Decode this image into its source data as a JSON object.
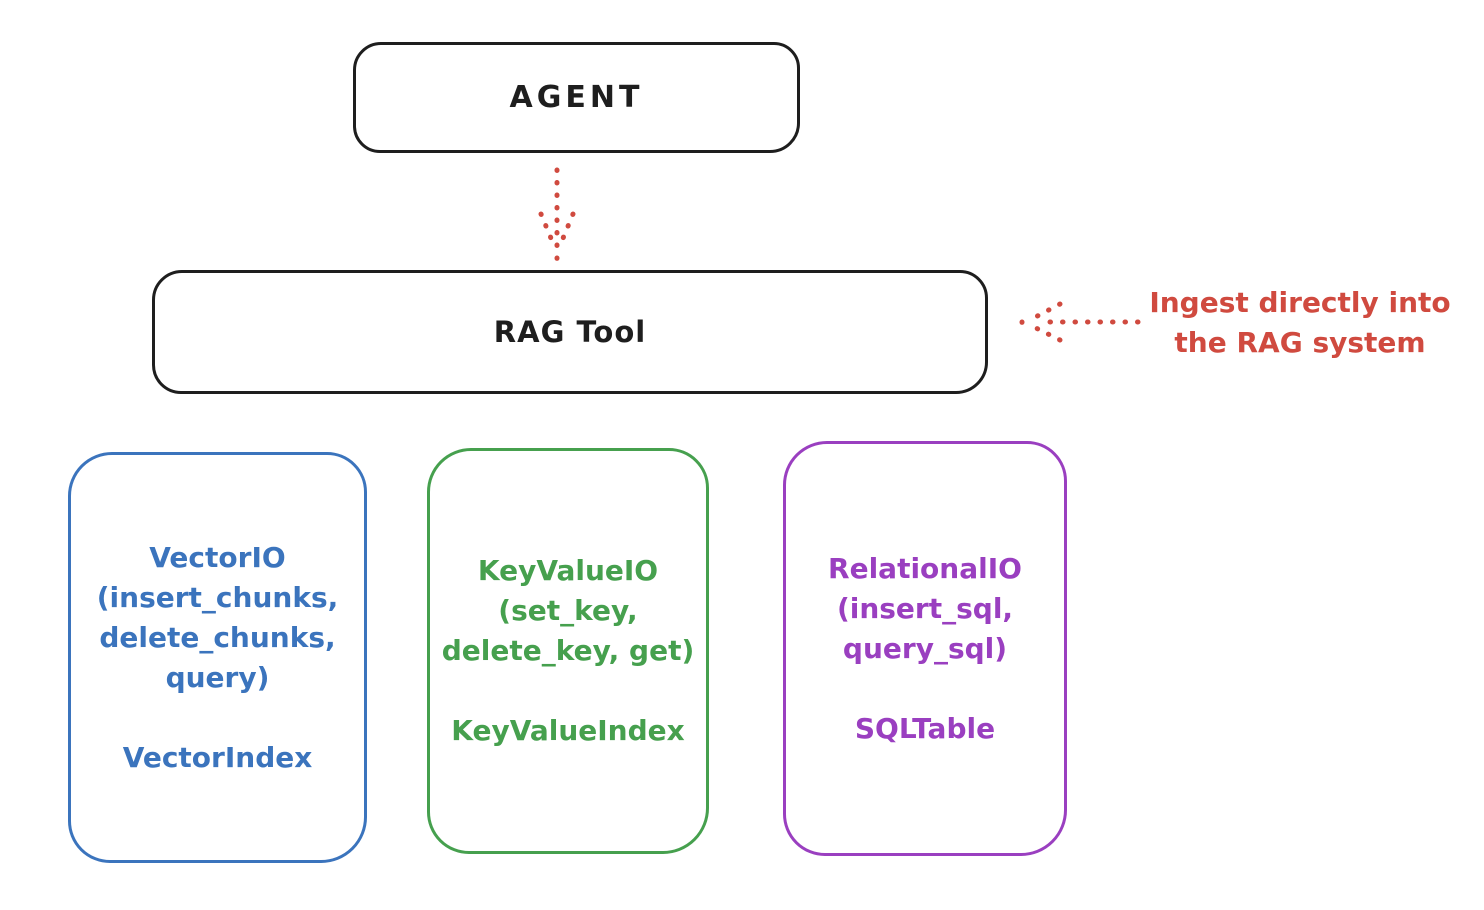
{
  "diagram": {
    "title_context": "RAG Tool architecture sketch",
    "boxes": {
      "agent": {
        "label": "AGENT"
      },
      "rag_tool": {
        "label": "RAG Tool"
      }
    },
    "annotation": {
      "line1": "Ingest directly into",
      "line2": "the RAG system"
    },
    "io_boxes": [
      {
        "name": "vector-io",
        "color": "#3b74bd",
        "lines": [
          "VectorIO",
          "(insert_chunks,",
          "delete_chunks,",
          "query)"
        ],
        "index_label": "VectorIndex"
      },
      {
        "name": "key-value-io",
        "color": "#46a04e",
        "lines": [
          "KeyValueIO",
          "(set_key,",
          "delete_key, get)"
        ],
        "index_label": "KeyValueIndex"
      },
      {
        "name": "relational-io",
        "color": "#9a3fc0",
        "lines": [
          "RelationalIO",
          "(insert_sql,",
          "query_sql)"
        ],
        "index_label": "SQLTable"
      }
    ],
    "colors": {
      "outline_black": "#1e1e1e",
      "arrow_red": "#d04a3f",
      "vector_blue": "#3b74bd",
      "keyvalue_green": "#46a04e",
      "relational_purple": "#9a3fc0",
      "background": "#ffffff"
    }
  }
}
